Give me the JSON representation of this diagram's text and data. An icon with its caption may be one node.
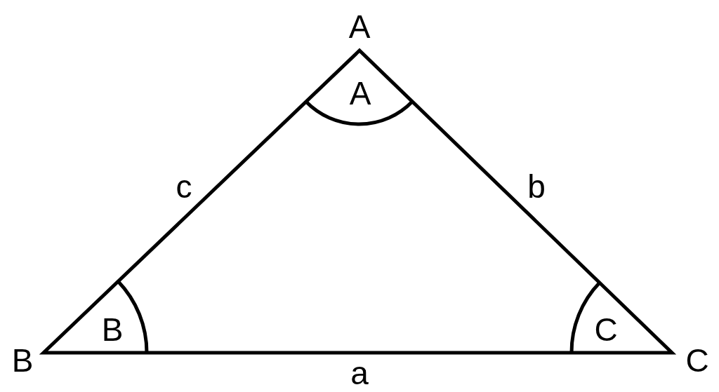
{
  "diagram": {
    "labels": [
      "A",
      "A",
      "c",
      "b",
      "B",
      "C",
      "B",
      "a",
      "C"
    ]
  }
}
